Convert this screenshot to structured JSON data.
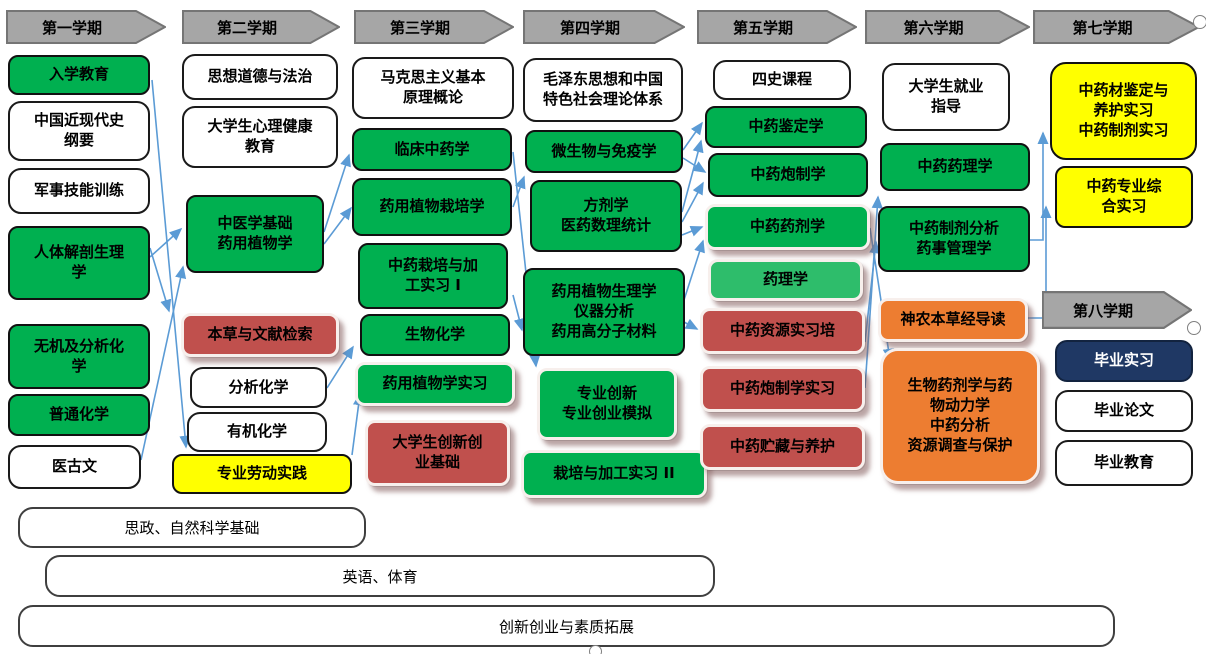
{
  "colors": {
    "course_green": "#00B050",
    "course_light_green": "#2EBD6B",
    "course_red": "#C0504D",
    "course_orange": "#ED7D31",
    "course_yellow": "#FFFF00",
    "course_navy": "#1F3864",
    "header_gray": "#A6A6A6",
    "header_border_gray": "#757575",
    "connector_blue": "#5B9BD5"
  },
  "semesters": [
    {
      "label": "第一学期",
      "courses": [
        {
          "label": "入学教育",
          "style": "green"
        },
        {
          "label": "中国近现代史\n纲要",
          "style": "white"
        },
        {
          "label": "军事技能训练",
          "style": "white"
        },
        {
          "label": "人体解剖生理\n学",
          "style": "green"
        },
        {
          "label": "无机及分析化\n学",
          "style": "green"
        },
        {
          "label": "普通化学",
          "style": "green"
        },
        {
          "label": "医古文",
          "style": "white"
        }
      ]
    },
    {
      "label": "第二学期",
      "courses": [
        {
          "label": "思想道德与法治",
          "style": "white"
        },
        {
          "label": "大学生心理健康\n教育",
          "style": "white"
        },
        {
          "label": "中医学基础\n药用植物学",
          "style": "green"
        },
        {
          "label": "本草与文献检索",
          "style": "red shadow"
        },
        {
          "label": "分析化学",
          "style": "white"
        },
        {
          "label": "有机化学",
          "style": "white"
        },
        {
          "label": "专业劳动实践",
          "style": "yellow"
        }
      ]
    },
    {
      "label": "第三学期",
      "courses": [
        {
          "label": "马克思主义基本\n原理概论",
          "style": "white"
        },
        {
          "label": "临床中药学",
          "style": "green"
        },
        {
          "label": "药用植物栽培学",
          "style": "green"
        },
        {
          "label": "中药栽培与加\n工实习 I",
          "style": "green"
        },
        {
          "label": "生物化学",
          "style": "green"
        },
        {
          "label": "药用植物学实习",
          "style": "green shadow"
        },
        {
          "label": "大学生创新创\n业基础",
          "style": "red shadow"
        }
      ]
    },
    {
      "label": "第四学期",
      "courses": [
        {
          "label": "毛泽东思想和中国\n特色社会理论体系",
          "style": "white"
        },
        {
          "label": "微生物与免疫学",
          "style": "green"
        },
        {
          "label": "方剂学\n医药数理统计",
          "style": "green"
        },
        {
          "label": "药用植物生理学\n仪器分析\n药用高分子材料",
          "style": "green"
        },
        {
          "label": "专业创新\n专业创业模拟",
          "style": "green shadow"
        },
        {
          "label": "栽培与加工实习 II",
          "style": "green shadow"
        }
      ]
    },
    {
      "label": "第五学期",
      "courses": [
        {
          "label": "四史课程",
          "style": "white"
        },
        {
          "label": "中药鉴定学",
          "style": "green"
        },
        {
          "label": "中药炮制学",
          "style": "green"
        },
        {
          "label": "中药药剂学",
          "style": "green shadow"
        },
        {
          "label": "药理学",
          "style": "lightgreen shadow"
        },
        {
          "label": "中药资源实习培",
          "style": "red shadow"
        },
        {
          "label": "中药炮制学实习",
          "style": "red shadow"
        },
        {
          "label": "中药贮藏与养护",
          "style": "red shadow"
        }
      ]
    },
    {
      "label": "第六学期",
      "courses": [
        {
          "label": "大学生就业\n指导",
          "style": "white"
        },
        {
          "label": "中药药理学",
          "style": "green"
        },
        {
          "label": "中药制剂分析\n药事管理学",
          "style": "green"
        },
        {
          "label": "神农本草经导读",
          "style": "orange shadow"
        },
        {
          "label": "生物药剂学与药\n物动力学\n中药分析\n资源调查与保护",
          "style": "orange shadow"
        }
      ]
    },
    {
      "label": "第七学期",
      "courses": [
        {
          "label": "中药材鉴定与\n养护实习\n中药制剂实习",
          "style": "yellow"
        },
        {
          "label": "中药专业综\n合实习",
          "style": "yellow"
        }
      ]
    },
    {
      "label": "第八学期",
      "courses": [
        {
          "label": "毕业实习",
          "style": "navy"
        },
        {
          "label": "毕业论文",
          "style": "white"
        },
        {
          "label": "毕业教育",
          "style": "white"
        }
      ]
    }
  ],
  "bottom_bars": [
    {
      "label": "思政、自然科学基础"
    },
    {
      "label": "英语、体育"
    },
    {
      "label": "创新创业与素质拓展"
    }
  ]
}
